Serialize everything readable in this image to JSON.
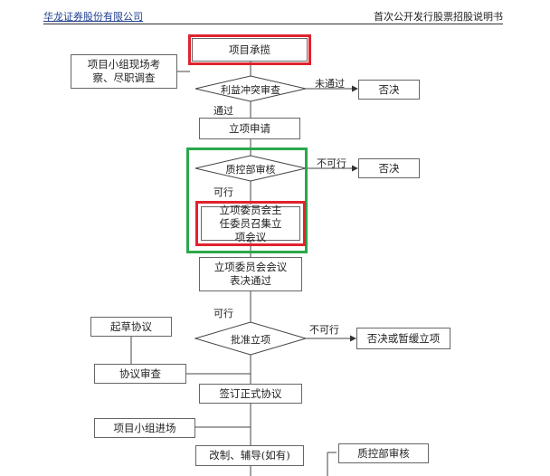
{
  "header": {
    "left": "华龙证券股份有限公司",
    "right": "首次公开发行股票招股说明书"
  },
  "nodes": {
    "xmcl": "项目承揽",
    "xzxc": "项目小组现场考察、尽职调查",
    "lyct": "利益冲突审查",
    "fj1": "否决",
    "lxsq": "立项申请",
    "zkb": "质控部审核",
    "fj2": "否决",
    "lxwyh": "立项委员会主任委员召集立项会议",
    "lxhy": "立项委员会会议表决通过",
    "qcxy": "起草协议",
    "pzlx": "批准立项",
    "fjhh": "否决或暂缓立项",
    "xysc": "协议审查",
    "qdxy": "签订正式协议",
    "xzjc": "项目小组进场",
    "gzfd": "改制、辅导(如有)",
    "zkb2": "质控部审核"
  },
  "edge_labels": {
    "wtg": "未通过",
    "tg": "通过",
    "bkx1": "不可行",
    "kx1": "可行",
    "kx2": "可行",
    "bkx2": "不可行"
  }
}
